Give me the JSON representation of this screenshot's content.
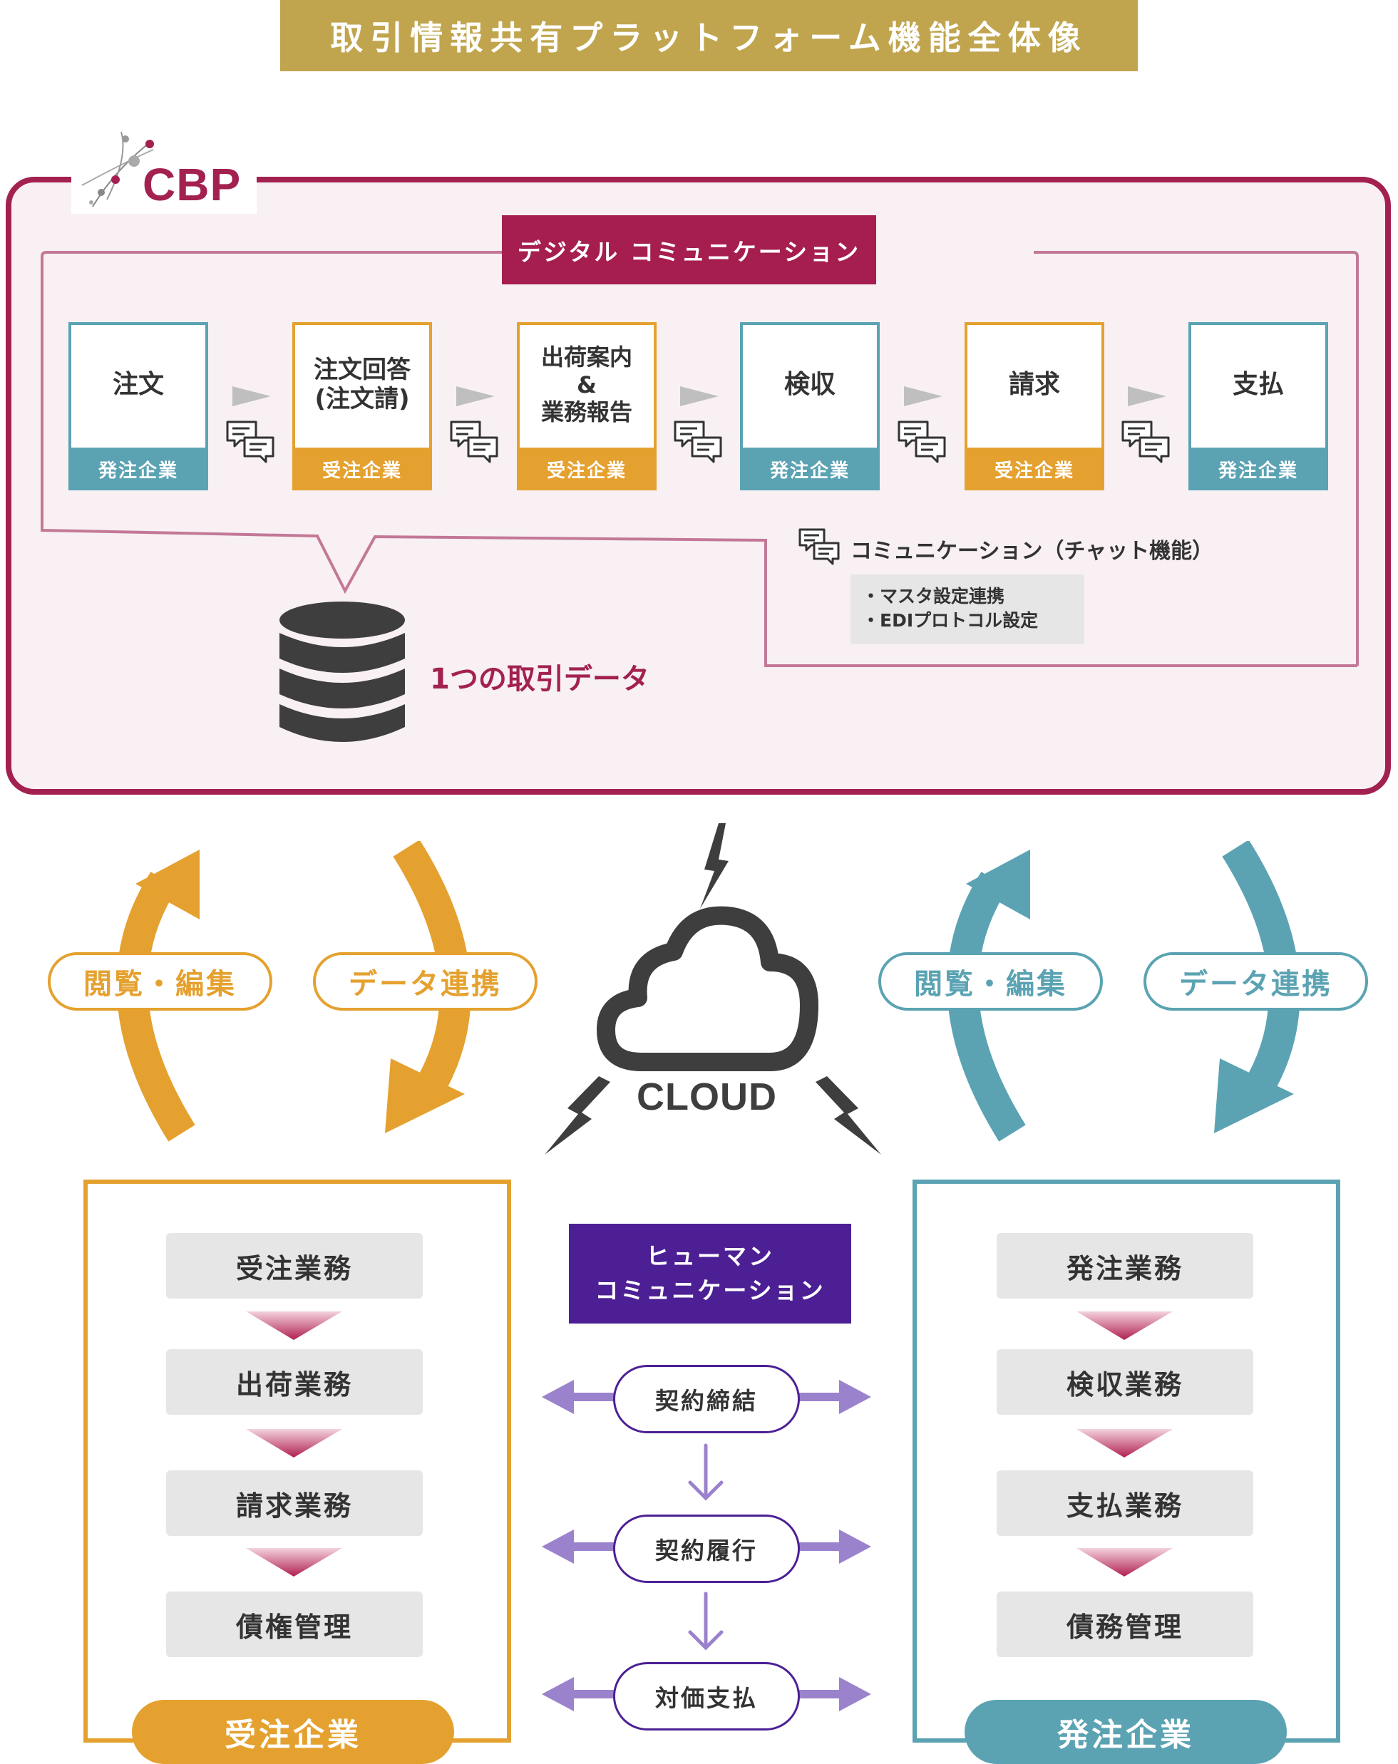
{
  "title": "取引情報共有プラットフォーム機能全体像",
  "logo": {
    "text": "CBP"
  },
  "digital": {
    "banner": "デジタル コミュニケーション",
    "steps": [
      {
        "title": "注文",
        "role": "発注企業",
        "color": "teal"
      },
      {
        "title": "注文回答\n(注文請)",
        "role": "受注企業",
        "color": "orange"
      },
      {
        "title": "出荷案内\n&\n業務報告",
        "role": "受注企業",
        "color": "orange"
      },
      {
        "title": "検収",
        "role": "発注企業",
        "color": "teal"
      },
      {
        "title": "請求",
        "role": "受注企業",
        "color": "orange"
      },
      {
        "title": "支払",
        "role": "発注企業",
        "color": "teal"
      }
    ],
    "chat_legend": "コミュニケーション（チャット機能）",
    "settings": [
      "・マスタ設定連携",
      "・EDIプロトコル設定"
    ],
    "data_label": "1つの取引データ"
  },
  "links": {
    "left": [
      "閲覧・編集",
      "データ連携"
    ],
    "right": [
      "閲覧・編集",
      "データ連携"
    ]
  },
  "cloud": {
    "label": "CLOUD"
  },
  "supplier": {
    "tasks": [
      "受注業務",
      "出荷業務",
      "請求業務",
      "債権管理"
    ],
    "label": "受注企業"
  },
  "buyer": {
    "tasks": [
      "発注業務",
      "検収業務",
      "支払業務",
      "債務管理"
    ],
    "label": "発注企業"
  },
  "human": {
    "banner_line1": "ヒューマン",
    "banner_line2": "コミュニケーション",
    "processes": [
      "契約締結",
      "契約履行",
      "対価支払"
    ]
  },
  "colors": {
    "maroon": "#a32150",
    "gold": "#c0a54e",
    "orange": "#e5a12f",
    "teal": "#5ba3b3",
    "purple": "#4c2094",
    "lavender": "#9b82cc",
    "gray": "#e6e6e6"
  }
}
